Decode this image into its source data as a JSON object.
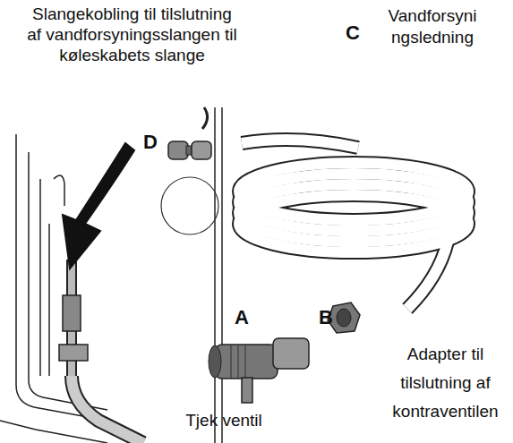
{
  "diagram": {
    "labels": [
      "Slangekobling til tilslutning af vandforsyningsslangen til køleskabets slange",
      "Vandforsyni ngsledning",
      "C",
      "D",
      "A",
      "B",
      "Adapter til tilslutning af kontraventilen",
      "Tjek ventil"
    ]
  }
}
